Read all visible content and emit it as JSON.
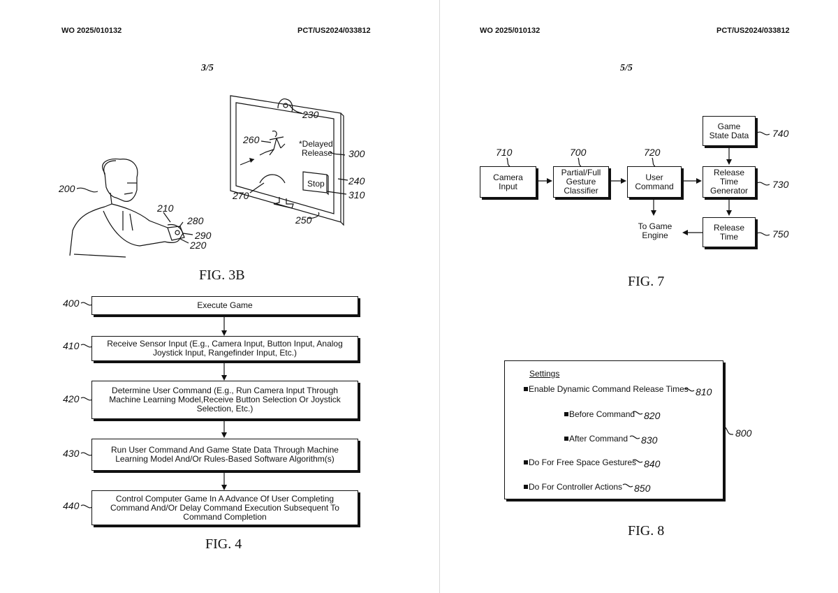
{
  "pages": [
    {
      "pub_number": "WO 2025/010132",
      "app_number": "PCT/US2024/033812",
      "sheet": "3/5",
      "fig3b": {
        "caption": "FIG. 3B",
        "refs": [
          "200",
          "210",
          "220",
          "230",
          "240",
          "250",
          "260",
          "270",
          "280",
          "290",
          "300",
          "310"
        ],
        "screen_text": [
          "*Delayed",
          "Release"
        ],
        "stop_label": "Stop"
      },
      "fig4": {
        "caption": "FIG. 4",
        "steps": [
          {
            "ref": "400",
            "text": "Execute Game"
          },
          {
            "ref": "410",
            "text": "Receive Sensor Input (E.g., Camera Input, Button Input, Analog Joystick Input, Rangefinder Input, Etc.)"
          },
          {
            "ref": "420",
            "text": "Determine User Command (E.g., Run Camera Input Through Machine Learning Model,Receive Button Selection Or Joystick Selection, Etc.)"
          },
          {
            "ref": "430",
            "text": "Run User Command And Game State Data Through Machine Learning Model And/Or Rules-Based Software Algorithm(s)"
          },
          {
            "ref": "440",
            "text": "Control Computer Game In A Advance Of User Completing Command And/Or Delay Command Execution Subsequent To Command Completion"
          }
        ]
      }
    },
    {
      "pub_number": "WO 2025/010132",
      "app_number": "PCT/US2024/033812",
      "sheet": "5/5",
      "fig7": {
        "caption": "FIG. 7",
        "blocks": [
          {
            "ref": "710",
            "text": "Camera Input"
          },
          {
            "ref": "700",
            "text": "Partial/Full Gesture Classifier"
          },
          {
            "ref": "720",
            "text": "User Command"
          },
          {
            "ref": "730",
            "text": "Release Time Generator"
          },
          {
            "ref": "740",
            "text": "Game State Data"
          },
          {
            "ref": "750",
            "text": "Release Time"
          }
        ],
        "output_label": "To Game Engine"
      },
      "fig8": {
        "caption": "FIG. 8",
        "ref": "800",
        "title": "Settings",
        "items": [
          {
            "ref": "810",
            "text": "Enable Dynamic Command Release Times"
          },
          {
            "ref": "820",
            "text": "Before Command"
          },
          {
            "ref": "830",
            "text": "After Command"
          },
          {
            "ref": "840",
            "text": "Do For Free Space Gestures"
          },
          {
            "ref": "850",
            "text": "Do For Controller Actions"
          }
        ]
      }
    }
  ]
}
